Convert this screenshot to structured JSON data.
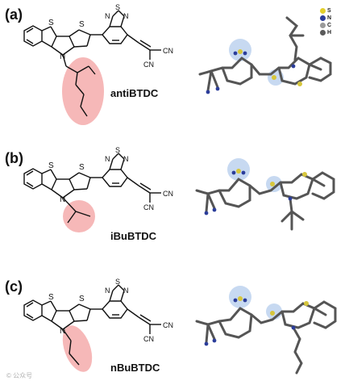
{
  "panels": [
    {
      "letter": "(a)",
      "name": "antiBTDC"
    },
    {
      "letter": "(b)",
      "name": "iBuBTDC"
    },
    {
      "letter": "(c)",
      "name": "nBuBTDC"
    }
  ],
  "atom_labels": {
    "S": "S",
    "N": "N",
    "C": "C",
    "H": "H",
    "CN": "CN"
  },
  "legend": [
    {
      "label": "S",
      "color": "#e3cf2a"
    },
    {
      "label": "N",
      "color": "#2b3d9a"
    },
    {
      "label": "C",
      "color": "#9a9a9a"
    },
    {
      "label": "H",
      "color": "#5a5a5a"
    }
  ],
  "watermark": "© 公众号"
}
